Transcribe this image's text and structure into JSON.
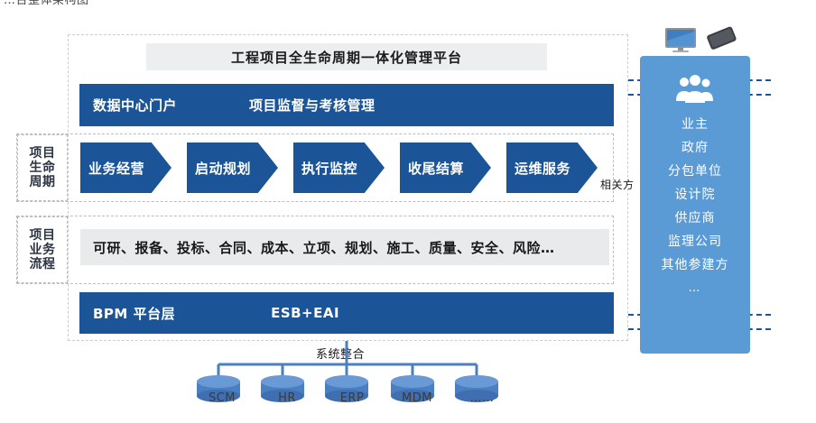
{
  "caption": "…台整体架构图",
  "platform": {
    "title": "工程项目全生命周期一体化管理平台"
  },
  "header_band": {
    "left_label": "数据中心门户",
    "right_label": "项目监督与考核管理"
  },
  "lifecycle": {
    "side_label_lines": [
      "项目",
      "生命",
      "周期"
    ],
    "stages": [
      {
        "label": "业务经营"
      },
      {
        "label": "启动规划"
      },
      {
        "label": "执行监控"
      },
      {
        "label": "收尾结算"
      },
      {
        "label": "运维服务"
      }
    ]
  },
  "business_process": {
    "side_label_lines": [
      "项目",
      "业务",
      "流程"
    ],
    "items_text": "可研、报备、投标、合同、成本、立项、规划、施工、质量、安全、风险…"
  },
  "platform_layer": {
    "left_label": "BPM 平台层",
    "right_label": "ESB+EAI"
  },
  "stakeholders": {
    "related_label": "相关方",
    "icon_name": "people-group-icon",
    "items": [
      "业主",
      "政府",
      "分包单位",
      "设计院",
      "供应商",
      "监理公司",
      "其他参建方",
      "…"
    ]
  },
  "devices": {
    "monitor_icon": "desktop-monitor-icon",
    "phone_icon": "mobile-phone-icon"
  },
  "system_integration": {
    "label": "系统整合",
    "systems": [
      "SCM",
      "HR",
      "ERP",
      "MDM",
      "……"
    ]
  },
  "colors": {
    "dark_blue": "#1b5597",
    "light_blue": "#5b9bd5",
    "gray_bar": "#e9eaec",
    "title_bg": "#eceef0",
    "dashed_border": "#b9bdc8"
  }
}
